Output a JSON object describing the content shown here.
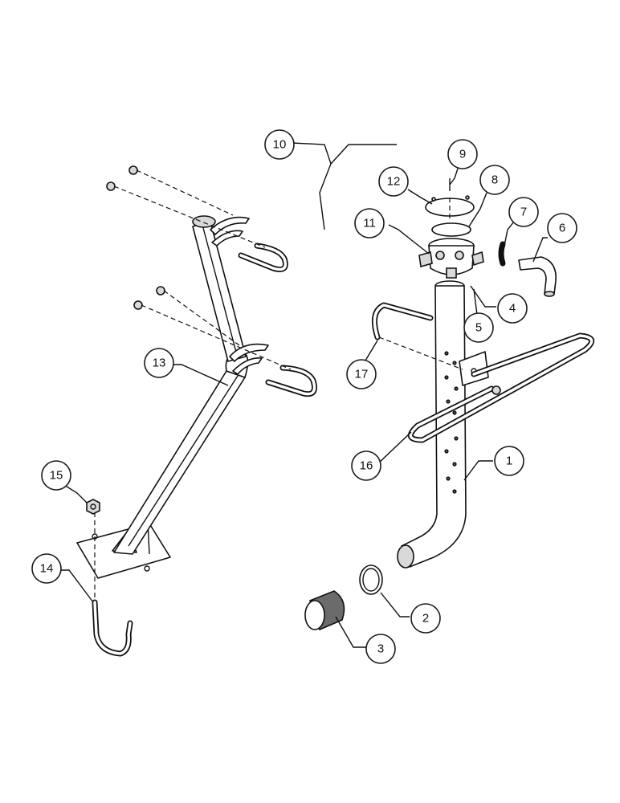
{
  "callouts": [
    {
      "id": "1",
      "label": "1"
    },
    {
      "id": "2",
      "label": "2"
    },
    {
      "id": "3",
      "label": "3"
    },
    {
      "id": "4",
      "label": "4"
    },
    {
      "id": "5",
      "label": "5"
    },
    {
      "id": "6",
      "label": "6"
    },
    {
      "id": "7",
      "label": "7"
    },
    {
      "id": "8",
      "label": "8"
    },
    {
      "id": "9",
      "label": "9"
    },
    {
      "id": "10",
      "label": "10"
    },
    {
      "id": "11",
      "label": "11"
    },
    {
      "id": "12",
      "label": "12"
    },
    {
      "id": "13",
      "label": "13"
    },
    {
      "id": "14",
      "label": "14"
    },
    {
      "id": "15",
      "label": "15"
    },
    {
      "id": "16",
      "label": "16"
    },
    {
      "id": "17",
      "label": "17"
    }
  ],
  "colors": {
    "line": "#111111",
    "background": "#ffffff",
    "shade": "#d9d9d9",
    "dark": "#6b6b6b"
  }
}
